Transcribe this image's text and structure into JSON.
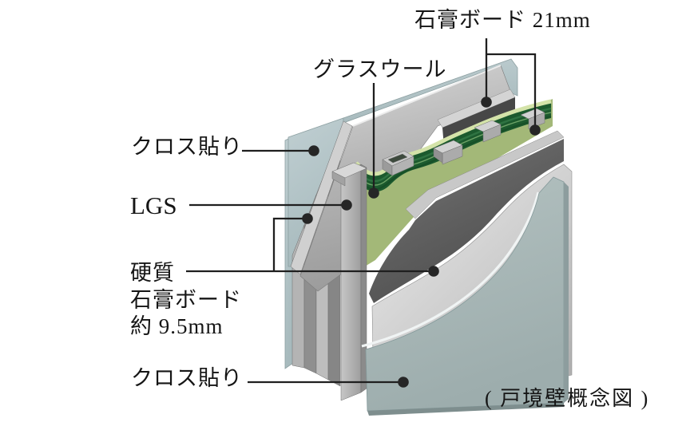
{
  "diagram": {
    "type": "wall-section-cutaway-illustration",
    "caption": "( 戸境壁概念図 )",
    "labels": {
      "cloth_top": "クロス貼り",
      "lgs": "LGS",
      "hard_gypsum": [
        "硬質",
        "石膏ボード",
        "約 9.5mm"
      ],
      "cloth_bottom": "クロス貼り",
      "glass_wool": "グラスウール",
      "gypsum_board_21": "石膏ボード 21mm"
    },
    "layers_back_to_front": [
      "クロス貼り",
      "硬質石膏ボード 約9.5mm",
      "石膏ボード 21mm",
      "LGS + グラスウール",
      "石膏ボード 21mm",
      "硬質石膏ボード 約9.5mm",
      "クロス貼り"
    ],
    "colors": {
      "background": "#ffffff",
      "cloth_panel_back": "#b9c8ca",
      "cloth_panel_front": "#a9b8b8",
      "gypsum_board_light": "#c6c6c6",
      "gypsum_21mm_dark": "#4d4d4d",
      "glass_wool_light": "#a3b878",
      "glass_wool_dark": "#1c5a2e",
      "glass_wool_edge": "#d4e3a9",
      "lgs_stud": "#bcbcbc",
      "leader_line": "#1f1f1f",
      "text": "#151515"
    }
  }
}
